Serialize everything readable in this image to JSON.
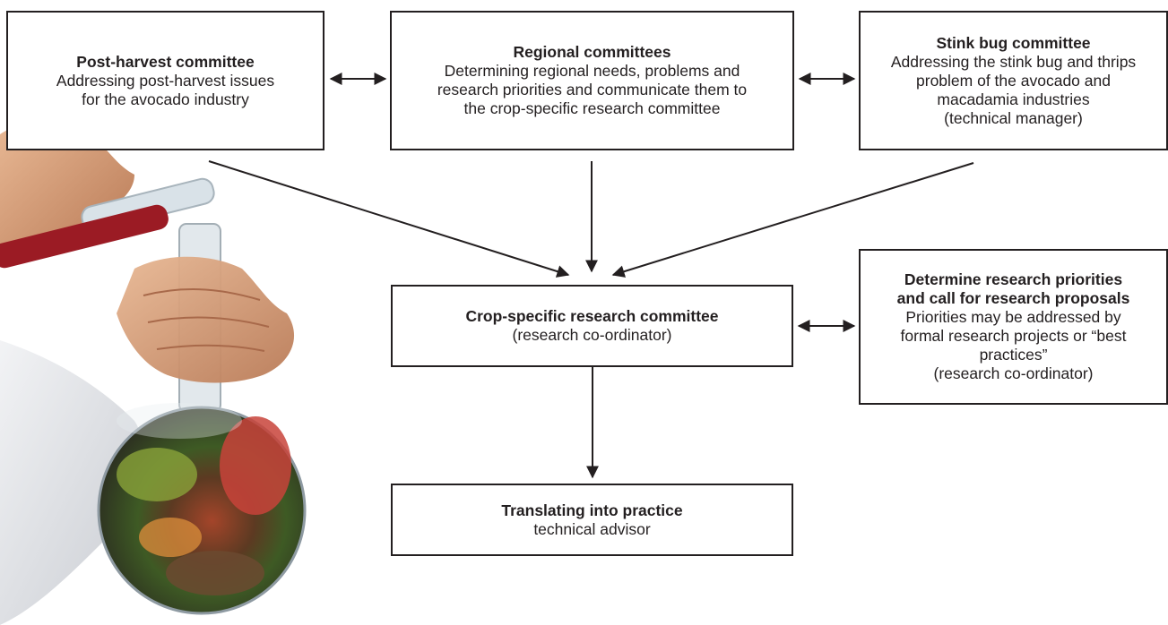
{
  "boxes": {
    "post_harvest": {
      "title": "Post-harvest committee",
      "desc": "Addressing post-harvest issues\nfor the avocado industry"
    },
    "regional": {
      "title": "Regional committees",
      "desc": "Determining regional needs, problems and\nresearch priorities and communicate them to\nthe crop-specific research committee"
    },
    "stink_bug": {
      "title": "Stink bug committee",
      "desc": "Addressing the stink bug and thrips\nproblem of the avocado and\nmacadamia industries\n(technical manager)"
    },
    "crop_specific": {
      "title": "Crop-specific research committee",
      "desc": "(research co-ordinator)"
    },
    "priorities": {
      "title": "Determine research priorities\nand call for research proposals",
      "desc": "Priorities may be addressed by\nformal research projects or “best\npractices”\n(research co-ordinator)"
    },
    "practice": {
      "title": "Translating into practice",
      "desc": "technical advisor"
    }
  },
  "colors": {
    "ink": "#231f20",
    "liquid": "#9b1b24",
    "glass": "#c9d4dc",
    "skin": "#d9a07a",
    "sleeve": "#e6e8ec"
  },
  "illustration": {
    "icon": "hand-holding-flask-with-fruit-icon"
  }
}
